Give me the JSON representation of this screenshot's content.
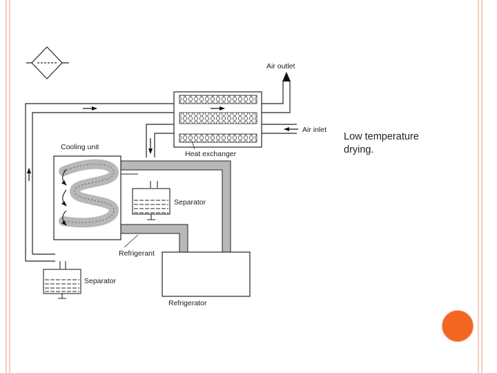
{
  "slide": {
    "caption_line1": "Low temperature",
    "caption_line2": "drying.",
    "border_color": "#f6cbbb",
    "accent_color": "#f26522"
  },
  "diagram": {
    "labels": {
      "air_outlet": "Air outlet",
      "air_inlet": "Air inlet",
      "heat_exchanger": "Heat exchanger",
      "cooling_unit": "Cooling unit",
      "separator_upper": "Separator",
      "separator_lower": "Separator",
      "refrigerant": "Refrigerant",
      "refrigerator": "Refrigerator"
    },
    "colors": {
      "pipe_fill": "#b8b8b8",
      "line": "#222222"
    }
  }
}
